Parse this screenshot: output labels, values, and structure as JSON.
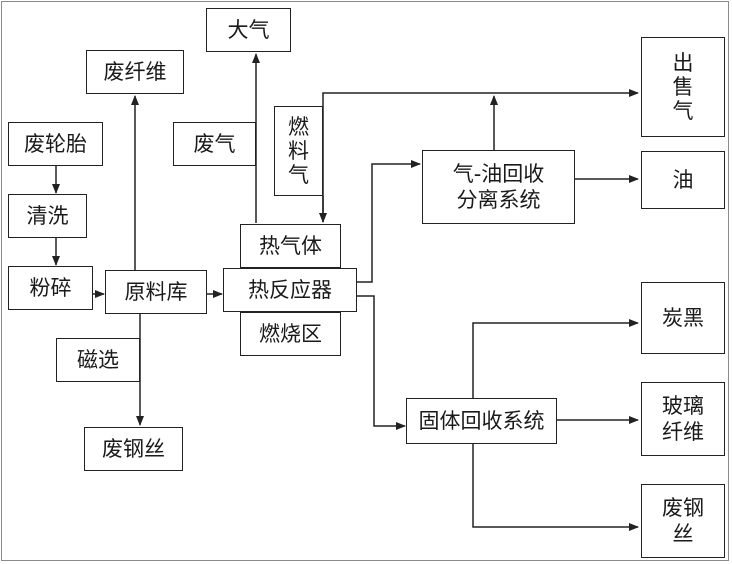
{
  "nodes": {
    "waste_tire": "废轮胎",
    "cleaning": "清洗",
    "crushing": "粉碎",
    "raw_material_storage": "原料库",
    "waste_fiber": "废纤维",
    "magnetic_separation": "磁选",
    "waste_steel_wire_left": "废钢丝",
    "atmosphere": "大气",
    "exhaust_gas": "废气",
    "fuel_gas": "燃\n料\n气",
    "hot_gas": "热气体",
    "pyrolysis_reactor": "热反应器",
    "combustion_zone": "燃烧区",
    "gas_oil_separation": "气-油回收\n分离系统",
    "sold_gas": "出\n售\n气",
    "oil": "油",
    "solid_recovery": "固体回收系统",
    "carbon_black": "炭黑",
    "glass_fiber": "玻璃\n纤维",
    "waste_steel_wire_right": "废钢\n丝"
  },
  "colors": {
    "border": "#222222",
    "line": "#222222",
    "frame": "#8a8a8a"
  }
}
